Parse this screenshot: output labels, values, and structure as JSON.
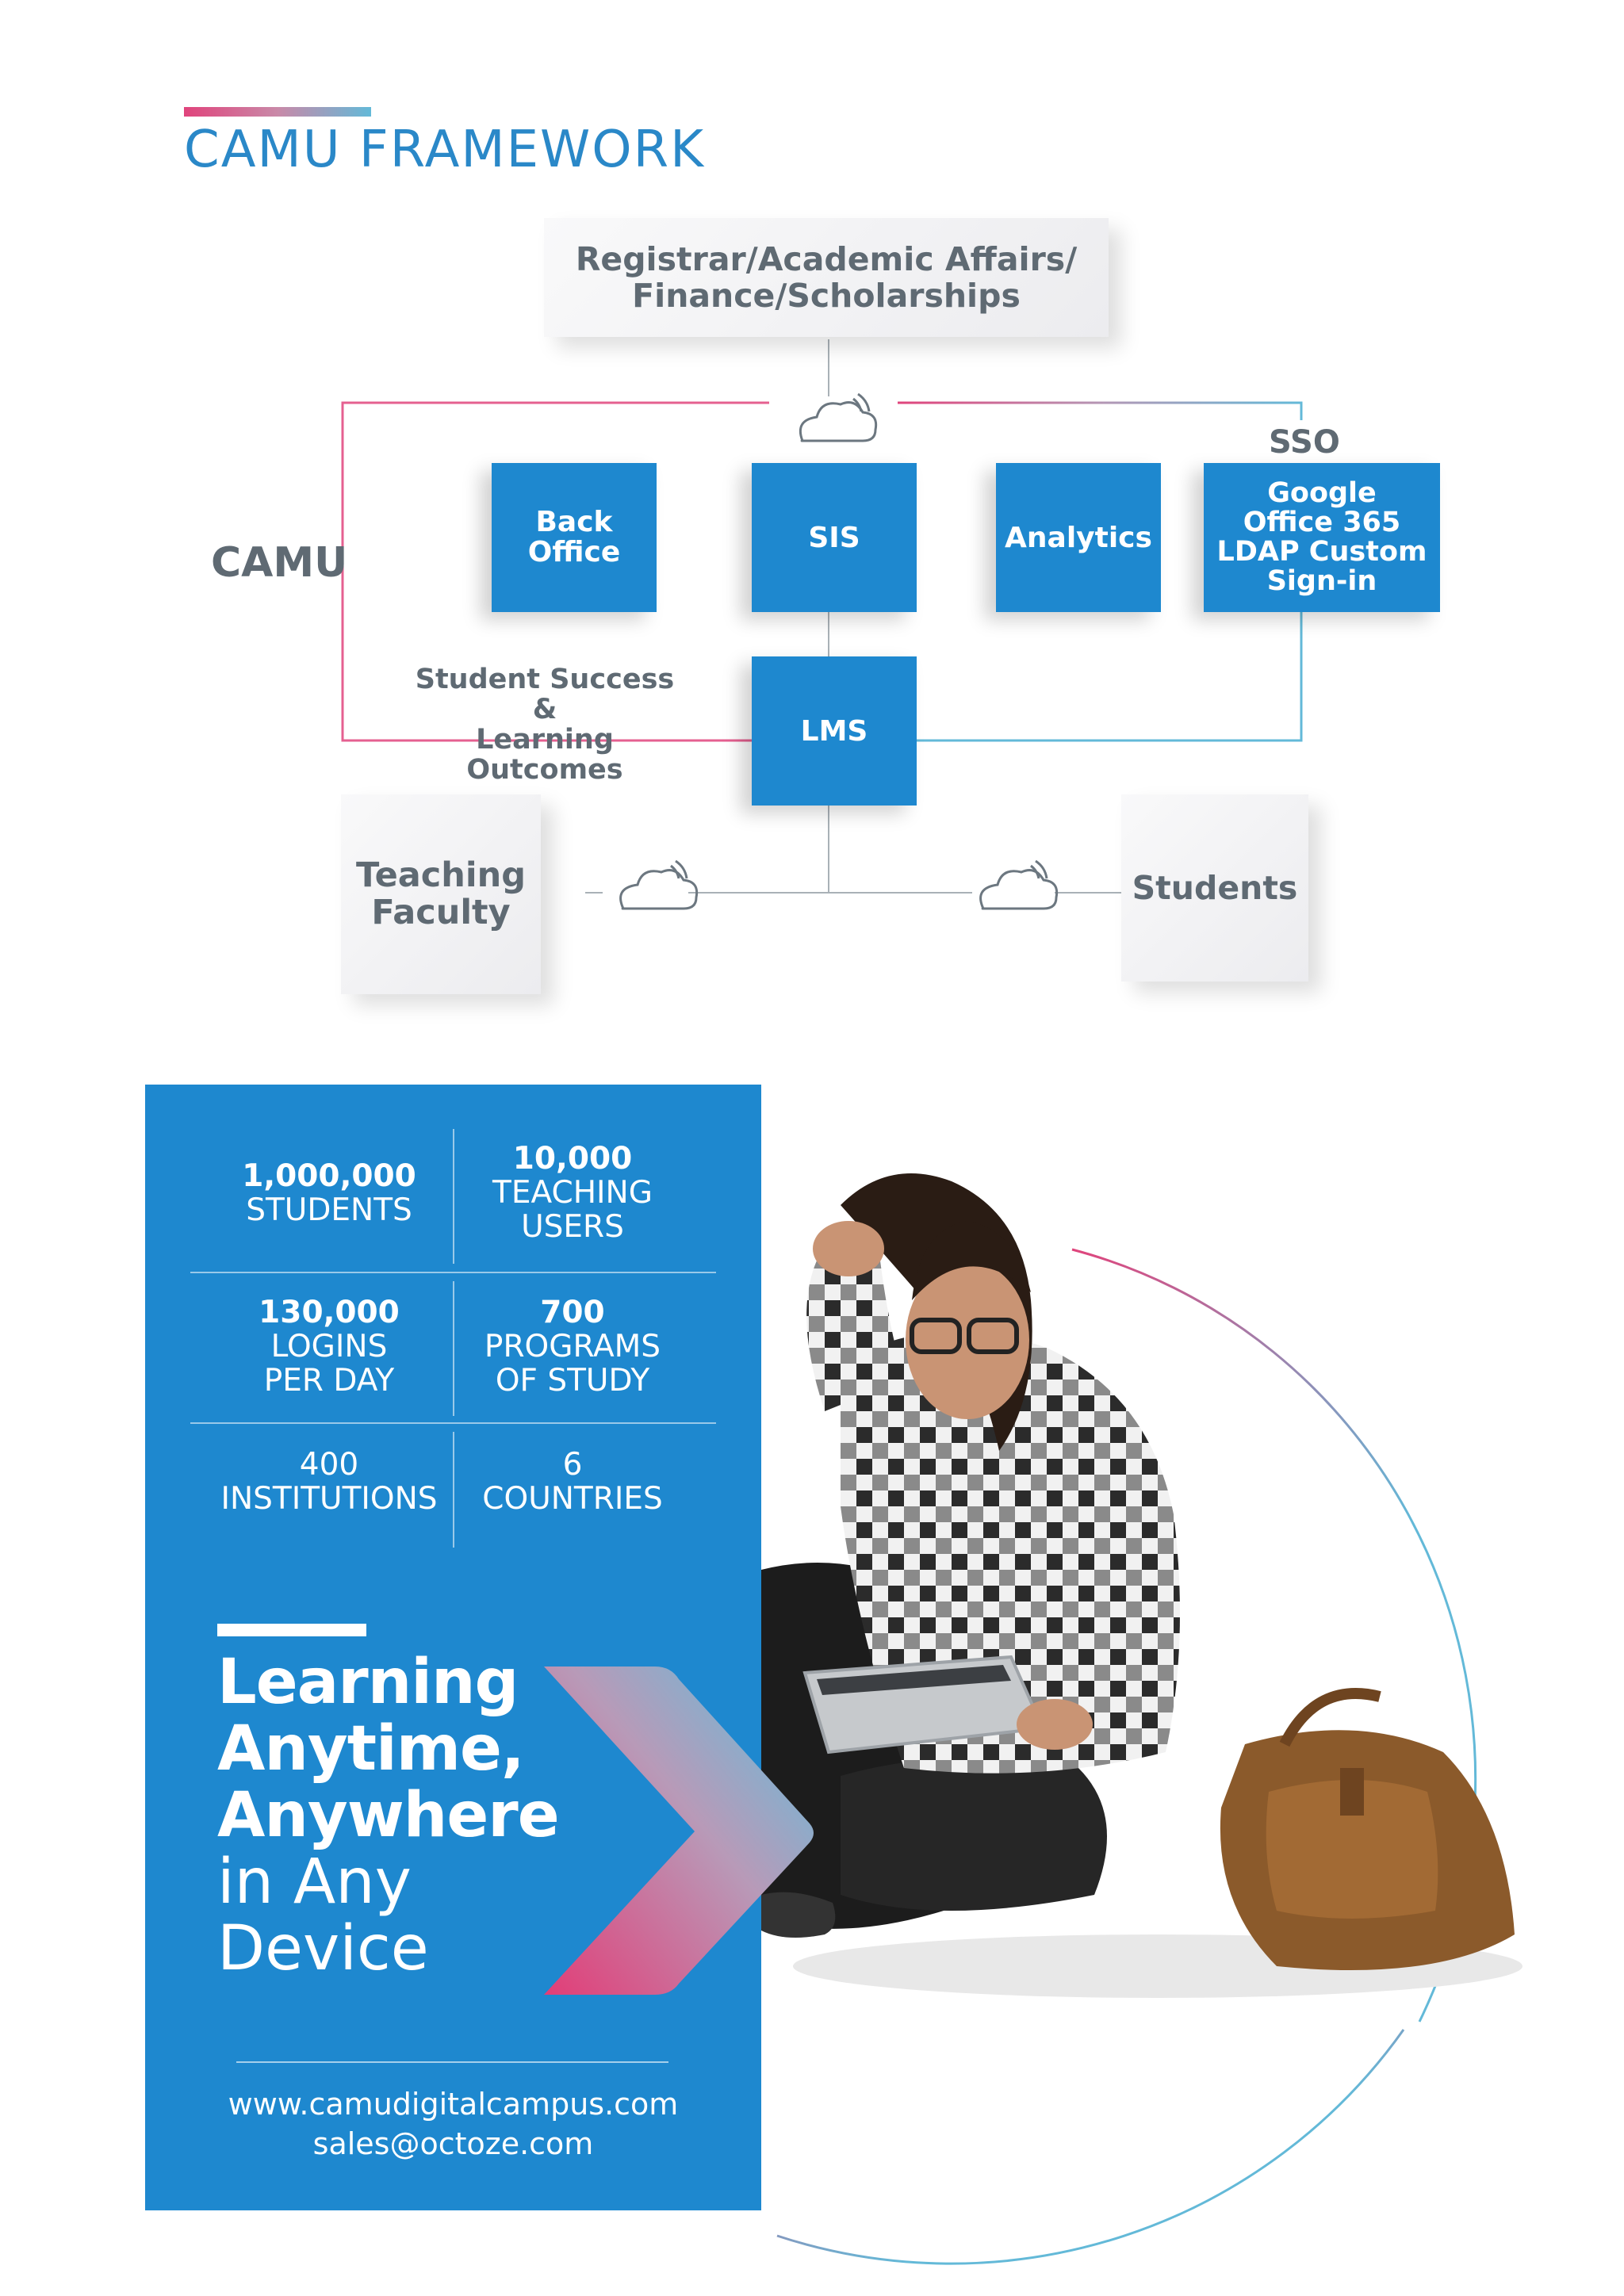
{
  "section_title": "CAMU FRAMEWORK",
  "framework": {
    "top_box": "Registrar/Academic Affairs/\nFinance/Scholarships",
    "camu_label": "CAMU",
    "sso_label": "SSO",
    "back_office": "Back\nOffice",
    "sis": "SIS",
    "analytics": "Analytics",
    "sso_box": "Google\nOffice 365\nLDAP Custom\nSign-in",
    "student_success": "Student Success &\nLearning Outcomes",
    "lms": "LMS",
    "teaching_faculty": "Teaching\nFaculty",
    "students": "Students",
    "icons": [
      "cloud-icon",
      "cloud-icon",
      "cloud-icon"
    ]
  },
  "stats": [
    {
      "number": "1,000,000",
      "label": "STUDENTS"
    },
    {
      "number": "10,000",
      "label": "TEACHING\nUSERS"
    },
    {
      "number": "130,000",
      "label": "LOGINS\nPER DAY"
    },
    {
      "number": "700",
      "label": "PROGRAMS\nOF STUDY"
    },
    {
      "number": "400",
      "label": "INSTITUTIONS"
    },
    {
      "number": "6",
      "label": "COUNTRIES"
    }
  ],
  "headline": {
    "bold_lines": [
      "Learning",
      "Anytime,",
      "Anywhere"
    ],
    "light_lines": [
      "in Any",
      "Device"
    ]
  },
  "footer": {
    "website": "www.camudigitalcampus.com",
    "email": "sales@octoze.com"
  },
  "colors": {
    "brand_blue": "#1e88cf",
    "accent_pink": "#e0447c",
    "accent_cyan": "#63b9d8",
    "text_grey": "#5f6a73"
  }
}
